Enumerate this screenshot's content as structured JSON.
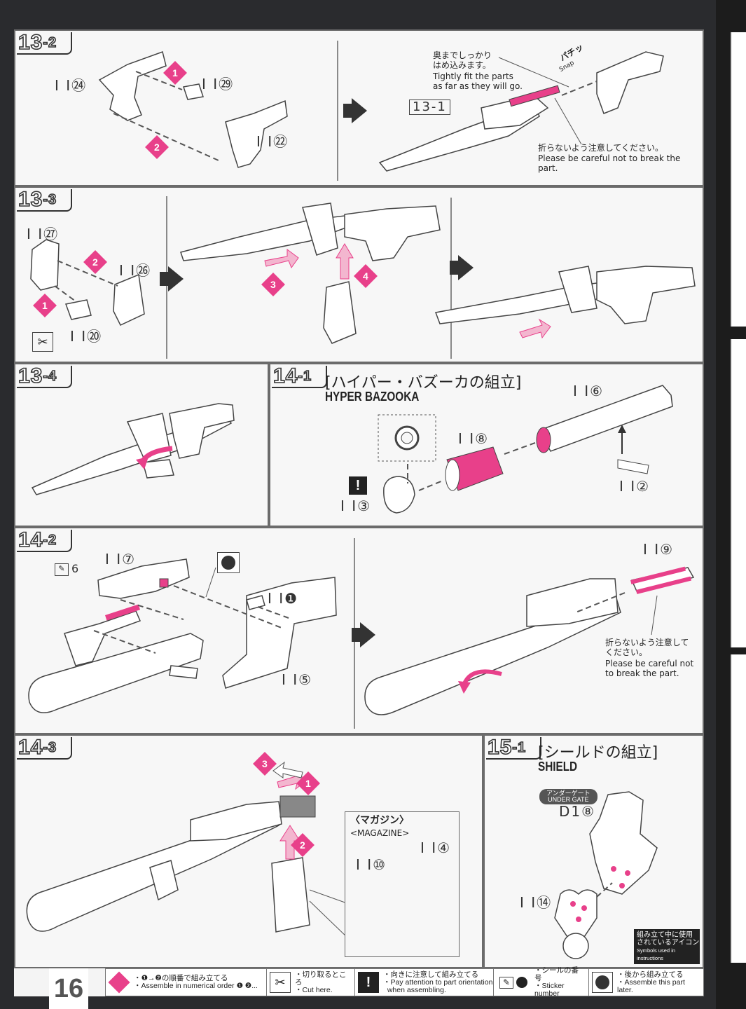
{
  "page_number": "16",
  "steps": {
    "s13_2": {
      "num": "13",
      "sub": "-2",
      "parts": [
        "I I㉔",
        "I I㉙",
        "I I㉒"
      ],
      "ref": "13-1",
      "note_top_jp": "奥までしっかり\nはめ込みます。",
      "note_top_en": "Tightly fit the parts\nas far as they will go.",
      "snap_jp": "パチッ",
      "snap_en": "Snap",
      "note_bottom_jp": "折らないよう注意してください。",
      "note_bottom_en": "Please be careful not to break the part."
    },
    "s13_3": {
      "num": "13",
      "sub": "-3",
      "parts": [
        "I I㉗",
        "I I㉖",
        "I I⑳"
      ]
    },
    "s13_4": {
      "num": "13",
      "sub": "-4"
    },
    "s14_1": {
      "num": "14",
      "sub": "-1",
      "title_jp": "[ハイパー・バズーカの組立]",
      "title_en": "HYPER BAZOOKA",
      "parts": [
        "I I⑥",
        "I I⑧",
        "I I③",
        "I I②"
      ]
    },
    "s14_2": {
      "num": "14",
      "sub": "-2",
      "parts": [
        "I I⑦",
        "I I❶",
        "I I⑤",
        "I I⑨"
      ],
      "sticker": "6",
      "note_jp": "折らないよう注意して\nください。",
      "note_en": "Please be careful not\nto break the part."
    },
    "s14_3": {
      "num": "14",
      "sub": "-3",
      "magazine_jp": "〈マガジン〉",
      "magazine_en": "<MAGAZINE>",
      "parts": [
        "I I⑩",
        "I I④"
      ]
    },
    "s15_1": {
      "num": "15",
      "sub": "-1",
      "title_jp": "[シールドの組立]",
      "title_en": "SHIELD",
      "under_gate_jp": "アンダーゲート",
      "under_gate_en": "UNDER GATE",
      "parts": [
        "D1⑧",
        "I I⑭"
      ],
      "icons_jp": "組み立て中に使用\nされているアイコン",
      "icons_en": "Symbols used in instructions"
    }
  },
  "badges": [
    "1",
    "2",
    "3",
    "4"
  ],
  "legend": [
    {
      "jp": "・❶→❷の順番で組み立てる",
      "en": "・Assemble in numerical order ❶ ❷..."
    },
    {
      "jp": "・切り取るところ",
      "en": "・Cut here."
    },
    {
      "jp": "・向きに注意して組み立てる",
      "en": "・Pay attention to part orientation\n  when assembling."
    },
    {
      "jp": "・シールの番号",
      "en": "・Sticker number"
    },
    {
      "jp": "・後から組み立てる",
      "en": "・Assemble this part later."
    }
  ],
  "colors": {
    "accent": "#e8408a",
    "panel_border": "#6b6b6b",
    "background": "#2a2b2e"
  }
}
